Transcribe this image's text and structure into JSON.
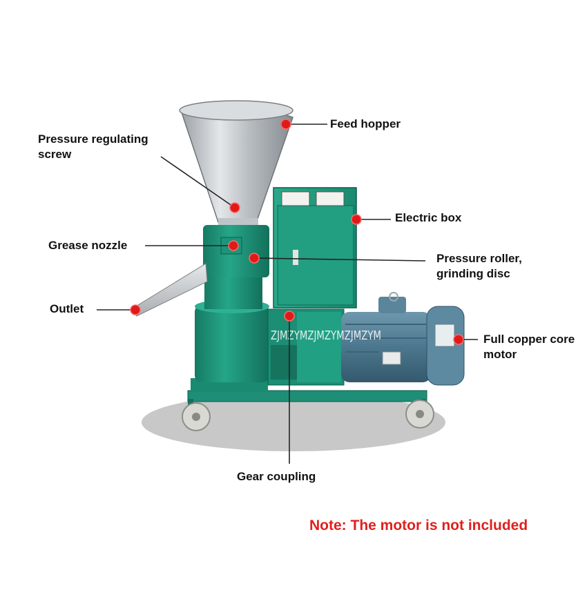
{
  "labels": {
    "feed_hopper": "Feed hopper",
    "pressure_regulating_screw": [
      "Pressure regulating",
      "screw"
    ],
    "electric_box": "Electric box",
    "grease_nozzle": "Grease nozzle",
    "pressure_roller": [
      "Pressure roller,",
      "grinding disc"
    ],
    "outlet": "Outlet",
    "motor": [
      "Full copper core",
      "motor"
    ],
    "gear_coupling": "Gear coupling"
  },
  "note": "Note: The motor is not included",
  "motor_plate_text": "ZJMZYMZJMZYMZJMZYM",
  "colors": {
    "machine_green": "#1e9a7f",
    "motor_blue": "#4f7c93",
    "hopper_silver": "#c9cdd1",
    "marker_red": "#e01a1a",
    "note_red": "#e0201c"
  }
}
